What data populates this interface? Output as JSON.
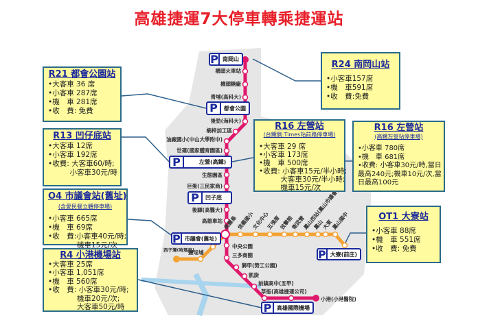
{
  "title": "高雄捷運7大停車轉乘捷運站",
  "colors": {
    "red_line": "#e0186c",
    "orange_line": "#f4a234",
    "box_fill": "#fffb9e",
    "box_border": "#2a6b8a",
    "title": "#e8202a"
  },
  "boxes": {
    "r21": {
      "title": "R21 都會公園站",
      "lines": [
        "•大客車 36 席",
        "•小客車 287席",
        "•機　車 281席",
        "•收　費: 免費"
      ]
    },
    "r13": {
      "title": "R13 凹仔底站",
      "lines": [
        "•大客車 12席",
        "•小客車 192席",
        "•收費: 大客車60/時;",
        "　　　小客車30元/時"
      ]
    },
    "o4": {
      "title": "O4 市議會站(舊址)",
      "sub": "(含愛民餐立體停車場)",
      "lines": [
        "•小客車 665席",
        "•機　車 69席",
        "•收　費:小客車40元/時;",
        "　　　　機車15元/次"
      ]
    },
    "r4": {
      "title": "R4 小港機場站",
      "lines": [
        "•大客車 25席",
        "•小客車 1,051席",
        "•機　車 560席",
        "•收　費: 小客車30元/時;",
        "　　　　機車20元/次;",
        "　　　　大客車50元/時"
      ]
    },
    "r24": {
      "title": "R24 南岡山站",
      "lines": [
        "•小客車157席",
        "•機　車591席",
        "•收　費:免費"
      ]
    },
    "r16a": {
      "title": "R16 左營站",
      "sub": "(台鐵側:Times站前路停車場)",
      "lines": [
        "•大客車 29 席",
        "•小客車 173席",
        "•機　車 500席",
        "•收費: 小客車15元/半小時;",
        "　　　大客車30元/半小時;",
        "　　　機車15元/次"
      ]
    },
    "r16b": {
      "title": "R16 左營站",
      "sub": "(高鐵左營站停車場)",
      "lines": [
        "•小客車 780席",
        "•機　車 681席",
        "•收費: 小客車30元/時,當日",
        "最高240元;機車10元/次,當",
        "日最高100元"
      ]
    },
    "ot1": {
      "title": "OT1 大寮站",
      "lines": [
        "•小客車 88席",
        "•機　車 551席",
        "•收　費: 免費"
      ]
    }
  },
  "parking": {
    "p": "P",
    "r24": "南岡山",
    "r21": "都會公園",
    "r16": "左營(高鐵)",
    "r13": "凹子底",
    "o4": "市議會(舊址)",
    "r4": "高雄國際機場",
    "ot1": "大寮(前庄)"
  },
  "red_stations": [
    "橋頭火車站",
    "橋頭糖廠",
    "青埔(高科大)",
    "後勁(海科大)",
    "楠梓加工區",
    "油廠國小(中山大學附中)",
    "世運(國家體育園區)",
    "生態園區",
    "巨蛋(三民家商)",
    "後驛(高醫大)",
    "高雄車站",
    "美麗島",
    "中央公園",
    "三多商圈",
    "獅甲(勞工公園)",
    "凱旋",
    "前鎮高中(五甲)",
    "草衙(高雄捷運公司)",
    "小港(小港醫院)"
  ],
  "orange_stations": [
    "信義國小",
    "文化中心",
    "五塊厝",
    "技擊館",
    "衛武營",
    "鳳山西站(鳳山市議會)",
    "鳳山",
    "大東",
    "鳳山國中",
    "鹽埕埔",
    "西子灣(哈瑪星)"
  ]
}
